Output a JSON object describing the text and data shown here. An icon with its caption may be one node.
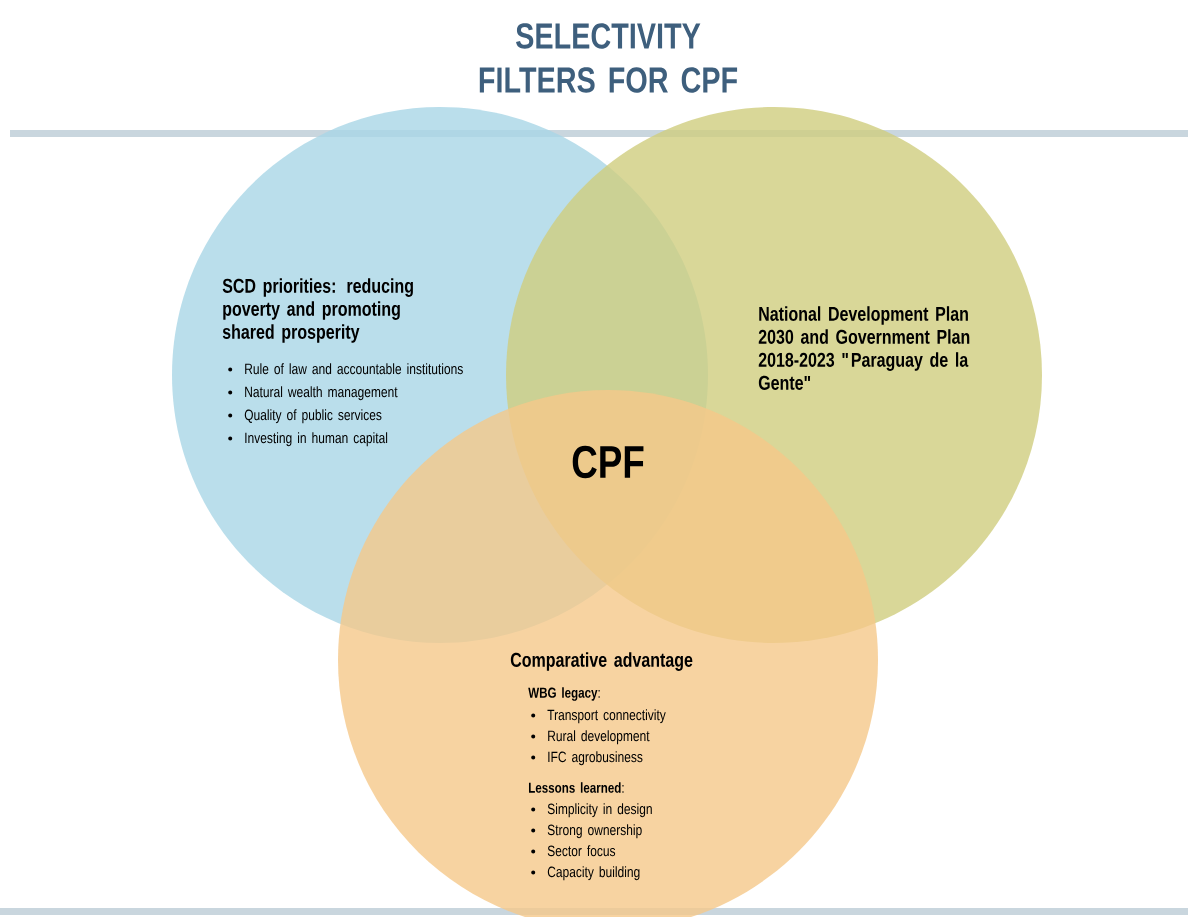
{
  "diagram": {
    "title": "SELECTIVITY FILTERS FOR CPF",
    "nodes": [
      {
        "text": [
          "SCD priorities: reducing poverty and promoting shared prosperity",
          "Rule of law and accountable institutions",
          "Natural wealth management",
          "Quality of public services",
          "Investing in human capital"
        ]
      },
      {
        "text": [
          "National Development Plan 2030 and Government Plan 2018-2023 \"Paraguay de la Gente\""
        ]
      },
      {
        "text": [
          "Comparative advantage",
          "**WBG legacy**:",
          "Transport connectivity",
          "Rural development",
          "IFC agrobusiness",
          "**Lessons learned**:",
          "Simplicity in design",
          "Strong ownership",
          "Sector focus",
          "Capacity building"
        ]
      }
    ],
    "labels": [
      "CPF"
    ]
  }
}
